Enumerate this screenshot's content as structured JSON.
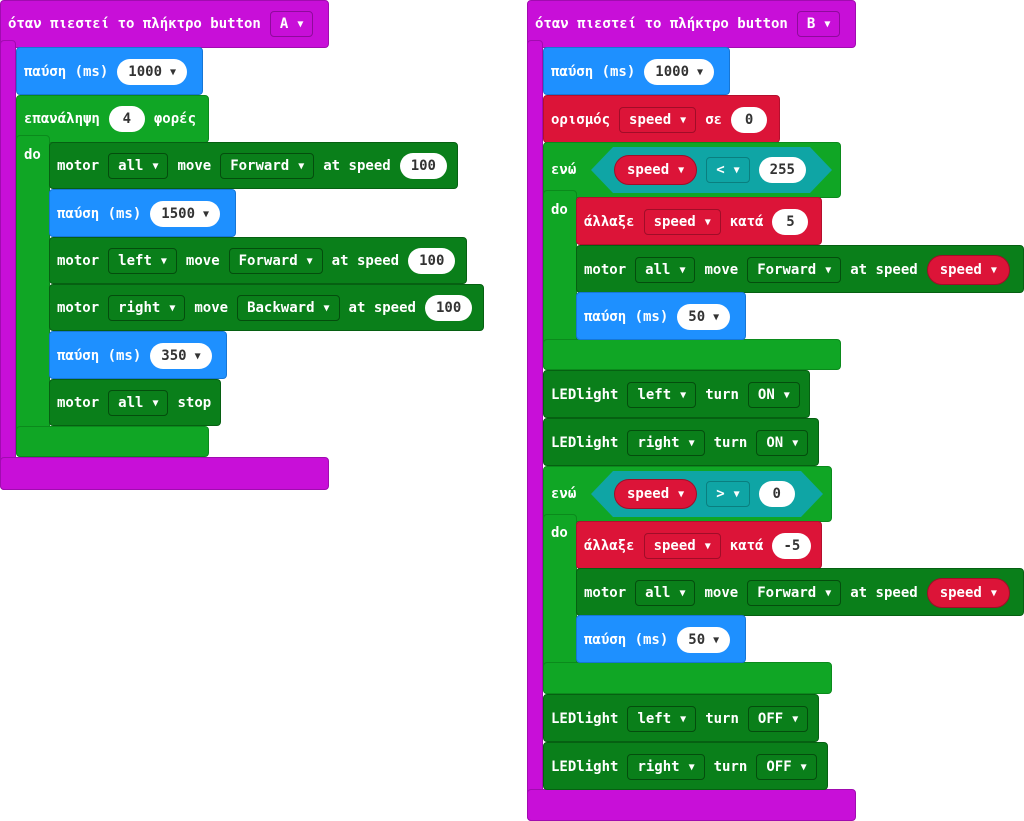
{
  "labels": {
    "when_pressed": "όταν πιεστεί το πλήκτρο button",
    "pause": "παύση (ms)",
    "repeat": "επανάληψη",
    "times": "φορές",
    "do": "do",
    "motor": "motor",
    "move": "move",
    "at_speed": "at speed",
    "stop": "stop",
    "set": "ορισμός",
    "to": "σε",
    "while": "ενώ",
    "change": "άλλαξε",
    "by": "κατά",
    "ledlight": "LEDlight",
    "turn": "turn"
  },
  "left_stack": {
    "button": "A",
    "pause1": "1000",
    "repeat_count": "4",
    "m1": {
      "motor": "all",
      "dir": "Forward",
      "speed": "100"
    },
    "pause2": "1500",
    "m2": {
      "motor": "left",
      "dir": "Forward",
      "speed": "100"
    },
    "m3": {
      "motor": "right",
      "dir": "Backward",
      "speed": "100"
    },
    "pause3": "350",
    "m4": {
      "motor": "all"
    }
  },
  "right_stack": {
    "button": "B",
    "pause1": "1000",
    "set_var": "speed",
    "set_value": "0",
    "w1": {
      "var": "speed",
      "op": "<",
      "value": "255"
    },
    "c1": {
      "var": "speed",
      "value": "5"
    },
    "m1": {
      "motor": "all",
      "dir": "Forward",
      "speed_var": "speed"
    },
    "p1": "50",
    "led1": {
      "side": "left",
      "state": "ON"
    },
    "led2": {
      "side": "right",
      "state": "ON"
    },
    "w2": {
      "var": "speed",
      "op": ">",
      "value": "0"
    },
    "c2": {
      "var": "speed",
      "value": "-5"
    },
    "m2": {
      "motor": "all",
      "dir": "Forward",
      "speed_var": "speed"
    },
    "p2": "50",
    "led3": {
      "side": "left",
      "state": "OFF"
    },
    "led4": {
      "side": "right",
      "state": "OFF"
    }
  },
  "colors": {
    "event": "#c80fd8",
    "motor": "#0a7f1a",
    "loop": "#10a625",
    "pause": "#1e90ff",
    "variable": "#dc1438",
    "comparison": "#0fa5a5"
  }
}
